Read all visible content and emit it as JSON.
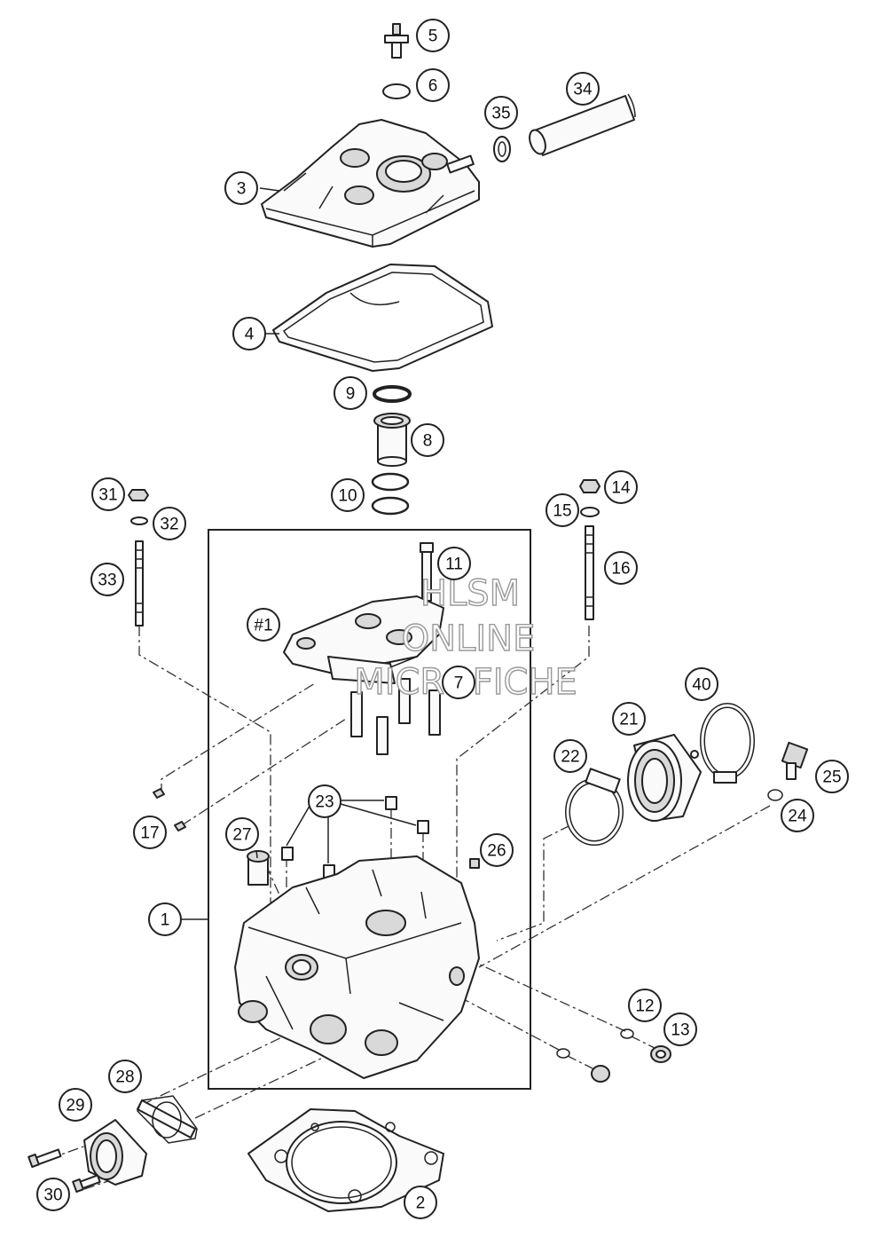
{
  "watermark": [
    "HLSM",
    "ONLINE",
    "MICROFICHE"
  ],
  "callouts": [
    "5",
    "6",
    "34",
    "35",
    "3",
    "4",
    "9",
    "8",
    "10",
    "31",
    "32",
    "33",
    "14",
    "15",
    "16",
    "11",
    "#1",
    "7",
    "40",
    "21",
    "22",
    "25",
    "24",
    "23",
    "17",
    "27",
    "26",
    "1",
    "12",
    "13",
    "28",
    "29",
    "30",
    "2"
  ],
  "parts": [
    "bolt",
    "washer",
    "hose",
    "hose-clamp",
    "valve-cover",
    "valve-cover-gasket",
    "seal-ring",
    "spark-plug-shaft",
    "o-rings",
    "nut",
    "washer",
    "stud",
    "nut",
    "washer",
    "stud",
    "bolt",
    "camshaft-bearing-bridge",
    "valve-guides",
    "clamp",
    "intake-flange",
    "hose-clamp",
    "temperature-sensor",
    "seal-ring",
    "dowel-pins",
    "screws",
    "dowel-sleeve",
    "plug",
    "cylinder-head",
    "seal-ring",
    "plug",
    "exhaust-gasket",
    "exhaust-flange",
    "screws",
    "cylinder-head-gasket"
  ]
}
